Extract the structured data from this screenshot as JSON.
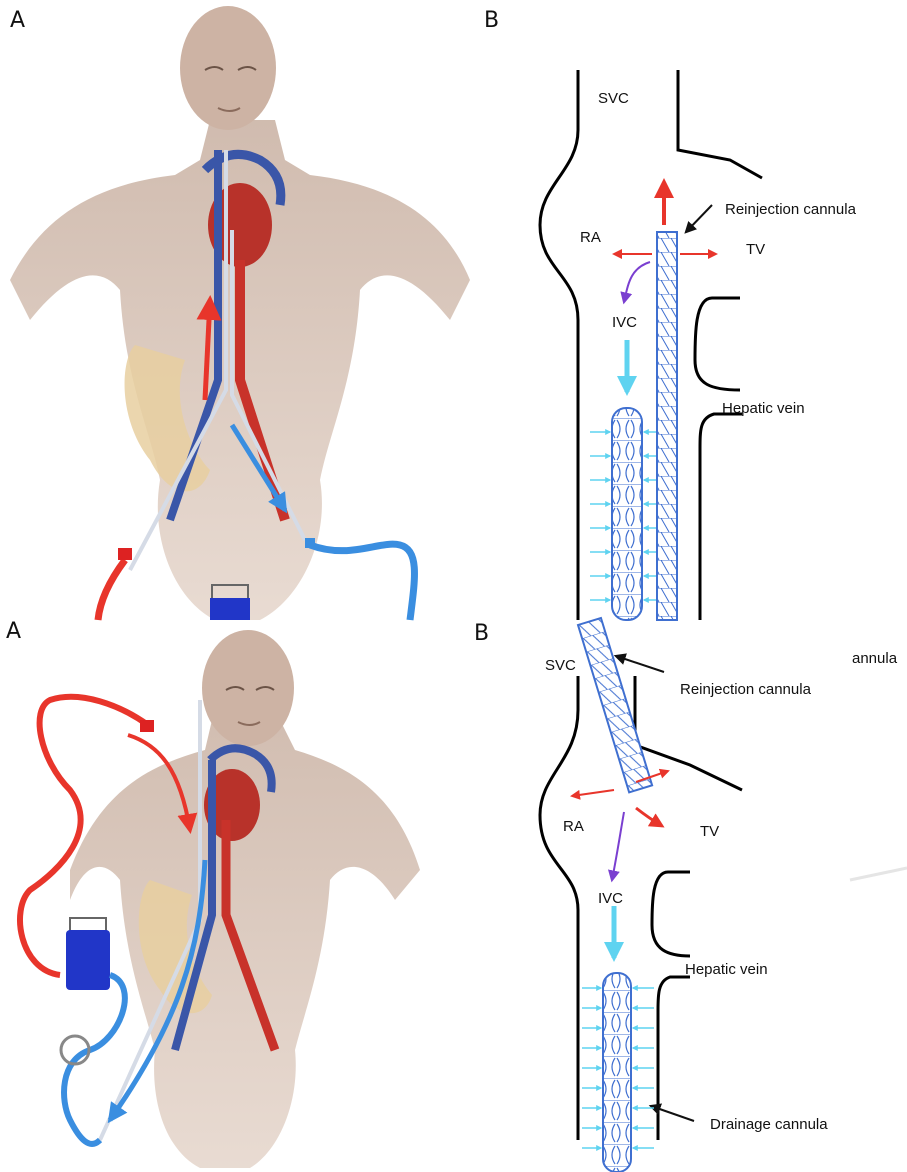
{
  "panels": {
    "top_left_letter": "A",
    "top_right_letter": "B",
    "bottom_left_letter": "A",
    "bottom_right_letter": "B"
  },
  "top_diagram": {
    "svc": "SVC",
    "ra": "RA",
    "tv": "TV",
    "ivc": "IVC",
    "reinjection_cannula": "Reinjection cannula",
    "hepatic_vein": "Hepatic vein"
  },
  "bottom_diagram": {
    "svc": "SVC",
    "ra": "RA",
    "tv": "TV",
    "ivc": "IVC",
    "reinjection_cannula": "Reinjection cannula",
    "hepatic_vein": "Hepatic vein",
    "drainage_cannula": "Drainage cannula",
    "overlay_fragment": "annula"
  },
  "colors": {
    "oxygenated_red": "#e8352b",
    "deoxygenated_blue": "#3a8ee0",
    "cannula_blue": "#3f6fd0",
    "drain_arrow_cyan": "#5fd3f0",
    "flow_purple": "#7a3fd0",
    "skin": "#d9c5b8"
  }
}
